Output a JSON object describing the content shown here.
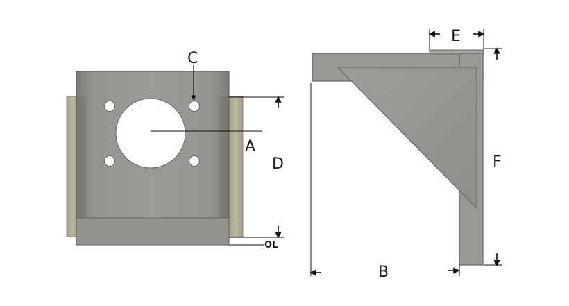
{
  "labels": {
    "c": "C",
    "a": "A",
    "d": "D",
    "ol": "OL",
    "e": "E",
    "f": "F",
    "b": "B"
  },
  "colors": {
    "plate": "#8e8c86",
    "plate_light": "#a3a19a",
    "plate_dark": "#6f6d67",
    "outline": "#5b5a55",
    "side_flange": "#b3ab92",
    "dim_line": "#111111"
  }
}
